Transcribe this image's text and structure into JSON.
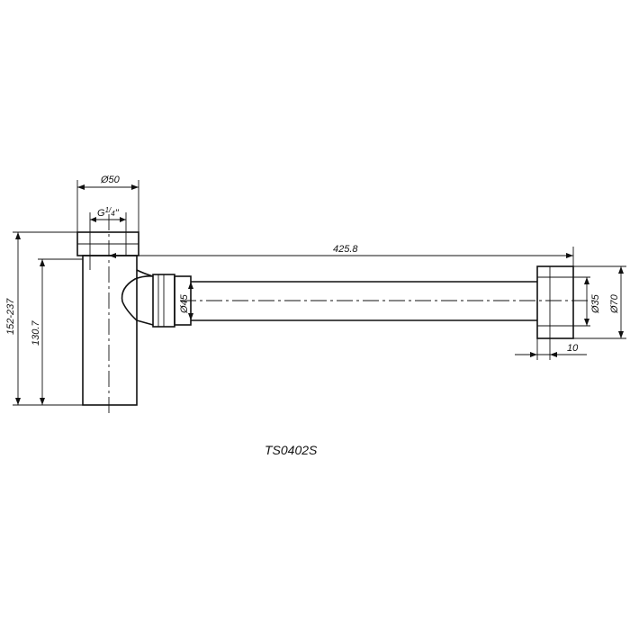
{
  "drawing": {
    "model_number": "TS0402S",
    "dimensions": {
      "outlet_diameter": "Ø50",
      "thread_label": "G",
      "thread_fraction_num": "1",
      "thread_fraction_den": "4",
      "thread_suffix": "\"",
      "pipe_length": "425.8",
      "height_range": "152-237",
      "body_height": "130.7",
      "pipe_diameter": "Ø45",
      "flange_inner_diameter": "Ø35",
      "flange_outer_diameter": "Ø70",
      "flange_thickness": "10"
    }
  }
}
